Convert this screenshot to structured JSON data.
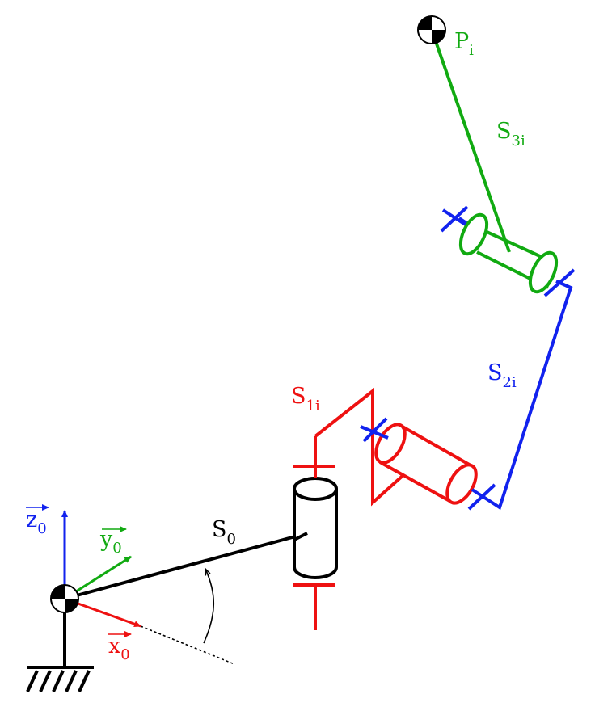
{
  "colors": {
    "ground": "#000000",
    "s0": "#000000",
    "s1": "#ee1111",
    "s2": "#1122ee",
    "s3": "#11aa11",
    "axis_x": "#ee1111",
    "axis_y": "#11aa11",
    "axis_z": "#1122ee"
  },
  "labels": {
    "s0": {
      "main": "S",
      "sub": "0"
    },
    "s1": {
      "main": "S",
      "sub": "1i"
    },
    "s2": {
      "main": "S",
      "sub": "2i"
    },
    "s3": {
      "main": "S",
      "sub": "3i"
    },
    "p": {
      "main": "P",
      "sub": "i"
    },
    "x0": {
      "main": "x",
      "sub": "0"
    },
    "y0": {
      "main": "y",
      "sub": "0"
    },
    "z0": {
      "main": "z",
      "sub": "0"
    }
  },
  "icons": {
    "origin": "center-of-mass-icon",
    "point": "center-of-mass-icon",
    "ground": "ground-hatch-icon"
  }
}
